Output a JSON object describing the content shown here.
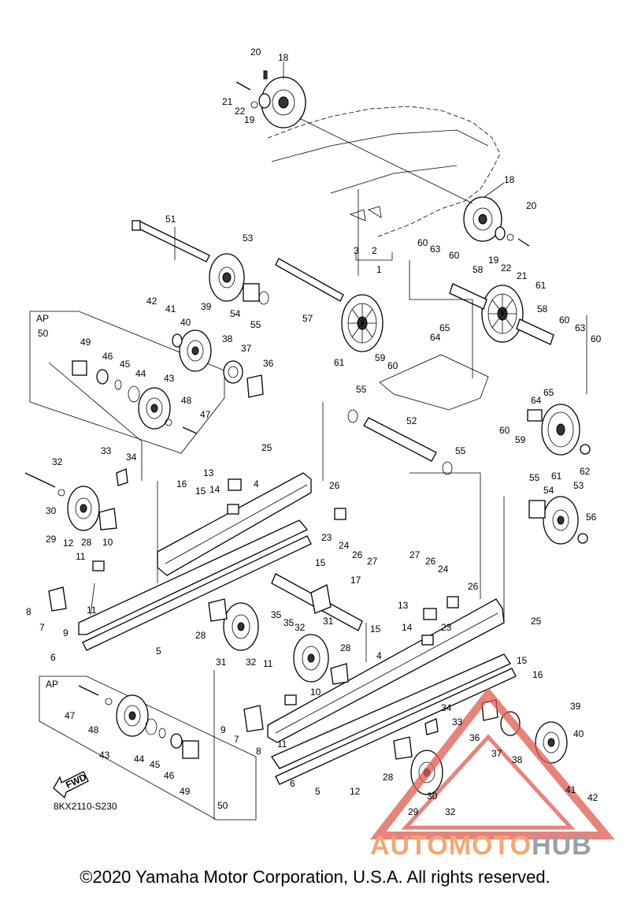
{
  "diagram": {
    "reference_code": "8KX2110-S230",
    "fwd_label": "FWD",
    "ap_label": "AP",
    "copyright": "©2020 Yamaha Motor Corporation, U.S.A. All rights reserved.",
    "watermark": {
      "part1": "AUTOMOTO",
      "part2": "HUB"
    },
    "callouts": {
      "c1": "1",
      "c2": "2",
      "c3": "3",
      "c4": "4",
      "c5": "5",
      "c6": "6",
      "c7": "7",
      "c8": "8",
      "c9": "9",
      "c10": "10",
      "c11": "11",
      "c12": "12",
      "c13": "13",
      "c14": "14",
      "c15": "15",
      "c16": "16",
      "c17": "17",
      "c18": "18",
      "c19": "19",
      "c20": "20",
      "c21": "21",
      "c22": "22",
      "c23": "23",
      "c24": "24",
      "c25": "25",
      "c26": "26",
      "c27": "27",
      "c28": "28",
      "c29": "29",
      "c30": "30",
      "c31": "31",
      "c32": "32",
      "c33": "33",
      "c34": "34",
      "c35": "35",
      "c36": "36",
      "c37": "37",
      "c38": "38",
      "c39": "39",
      "c40": "40",
      "c41": "41",
      "c42": "42",
      "c43": "43",
      "c44": "44",
      "c45": "45",
      "c46": "46",
      "c47": "47",
      "c48": "48",
      "c49": "49",
      "c50": "50",
      "c51": "51",
      "c52": "52",
      "c53": "53",
      "c54": "54",
      "c55": "55",
      "c56": "56",
      "c57": "57",
      "c58": "58",
      "c59": "59",
      "c60": "60",
      "c61": "61",
      "c62": "62",
      "c63": "63",
      "c64": "64",
      "c65": "65"
    }
  }
}
